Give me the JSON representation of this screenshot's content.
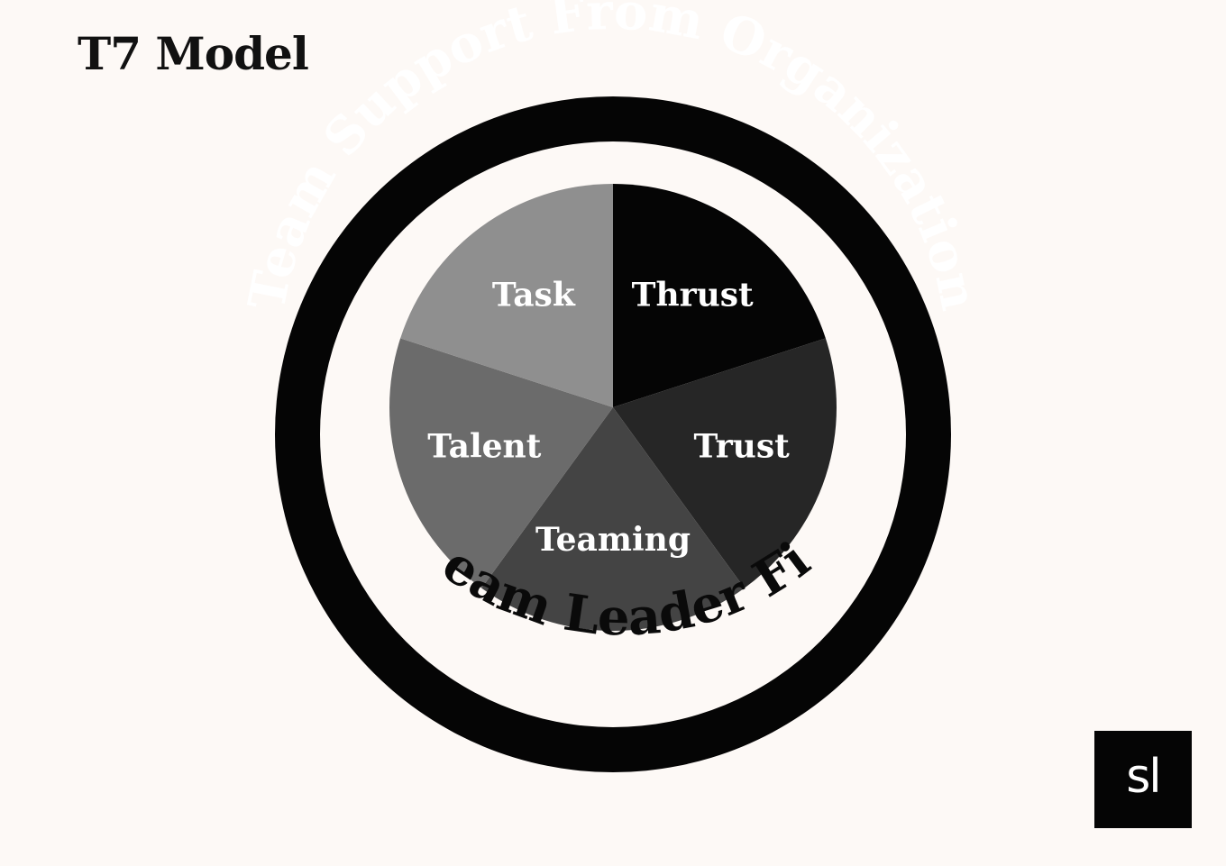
{
  "title": "T7 Model",
  "outer_ring": {
    "label": "Team Support From Organization",
    "color": "#050505",
    "text_color": "#ffffff"
  },
  "inner_ring": {
    "label": "Team Leader Fit",
    "text_color": "#0a0a0a"
  },
  "segments": [
    {
      "label": "Thrust",
      "color": "#050505"
    },
    {
      "label": "Trust",
      "color": "#262626"
    },
    {
      "label": "Teaming",
      "color": "#444444"
    },
    {
      "label": "Talent",
      "color": "#6b6b6b"
    },
    {
      "label": "Task",
      "color": "#8f8f8f"
    }
  ],
  "logo": {
    "text": "sl"
  }
}
